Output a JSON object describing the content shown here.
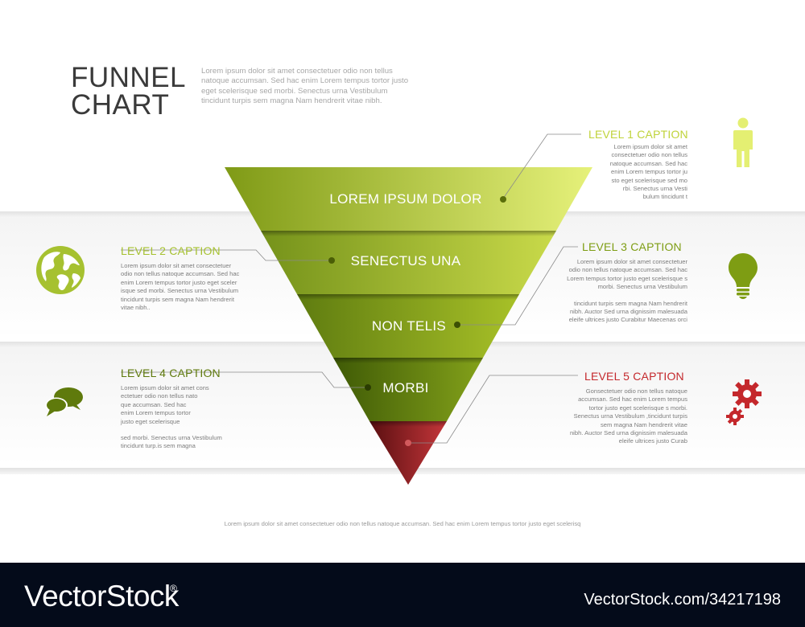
{
  "title": {
    "line1": "FUNNEL",
    "line2": "CHART"
  },
  "intro": "Lorem ipsum dolor sit amet consectetuer odio non tellus natoque accumsan. Sed hac enim Lorem tempus tortor justo eget scelerisque sed morbi. Senectus urna Vestibulum tincidunt turpis sem magna Nam hendrerit vitae nibh.",
  "colors": {
    "level1": "#bfd339",
    "level2": "#a6c130",
    "level3": "#7e9d13",
    "level4": "#5f7a0c",
    "level5": "#c4282c"
  },
  "funnel": [
    {
      "label": "LOREM IPSUM DOLOR"
    },
    {
      "label": "SENECTUS UNA"
    },
    {
      "label": "NON TELIS"
    },
    {
      "label": "MORBI"
    },
    {
      "label": ""
    }
  ],
  "levels": [
    {
      "caption": "LEVEL 1 CAPTION",
      "icon": "person-icon",
      "text": [
        "Lorem ipsum dolor sit amet",
        "consectetuer odio non tellus",
        "natoque accumsan. Sed hac",
        "enim Lorem tempus tortor ju",
        "sto eget scelerisque sed mo",
        "rbi. Senectus urna Vesti",
        "bulum tincidunt t"
      ]
    },
    {
      "caption": "LEVEL 2 CAPTION",
      "icon": "globe-icon",
      "text": [
        "Lorem ipsum dolor sit amet consectetuer",
        "odio non tellus natoque accumsan. Sed hac",
        "enim Lorem tempus tortor justo eget sceler",
        "isque sed morbi. Senectus urna Vestibulum",
        "tincidunt turpis sem magna Nam hendrerit",
        "vitae nibh.."
      ]
    },
    {
      "caption": "LEVEL 3 CAPTION",
      "icon": "lightbulb-icon",
      "text": [
        "Lorem ipsum dolor sit amet consectetuer",
        "odio non tellus natoque accumsan. Sed hac",
        "Lorem tempus tortor justo eget scelerisque s",
        "morbi. Senectus urna Vestibulum"
      ],
      "text2": [
        "tincidunt turpis sem magna Nam hendrerit",
        "nibh. Auctor Sed urna dignissim malesuada",
        "eleife ultrices justo Curabitur Maecenas orci"
      ]
    },
    {
      "caption": "LEVEL 4 CAPTION",
      "icon": "chat-bubbles-icon",
      "text": [
        "Lorem ipsum dolor sit amet cons",
        "ectetuer odio non tellus nato",
        "que accumsan. Sed hac",
        "enim Lorem tempus tortor",
        " justo eget scelerisque"
      ],
      "text2": [
        "sed morbi. Senectus urna Vestibulum",
        "tincidunt turp.is sem magna"
      ]
    },
    {
      "caption": "LEVEL 5 CAPTION",
      "icon": "gears-icon",
      "text": [
        "Gonsectetuer odio non tellus natoque",
        "accumsan. Sed hac enim Lorem tempus",
        "tortor justo eget scelerisque s morbi.",
        "Senectus urna Vestibulum ,tincidunt turpis",
        "sem magna Nam hendrerit vitae",
        "nibh. Auctor Sed urna dignissim malesuada",
        "eleife ultrices justo Curab"
      ]
    }
  ],
  "footer_text": "Lorem ipsum dolor sit amet consectetuer odio non tellus natoque accumsan. Sed hac enim Lorem tempus tortor justo eget scelerisq",
  "watermark": {
    "brand": "VectorStock",
    "reg": "®",
    "id": "VectorStock.com/34217198"
  }
}
